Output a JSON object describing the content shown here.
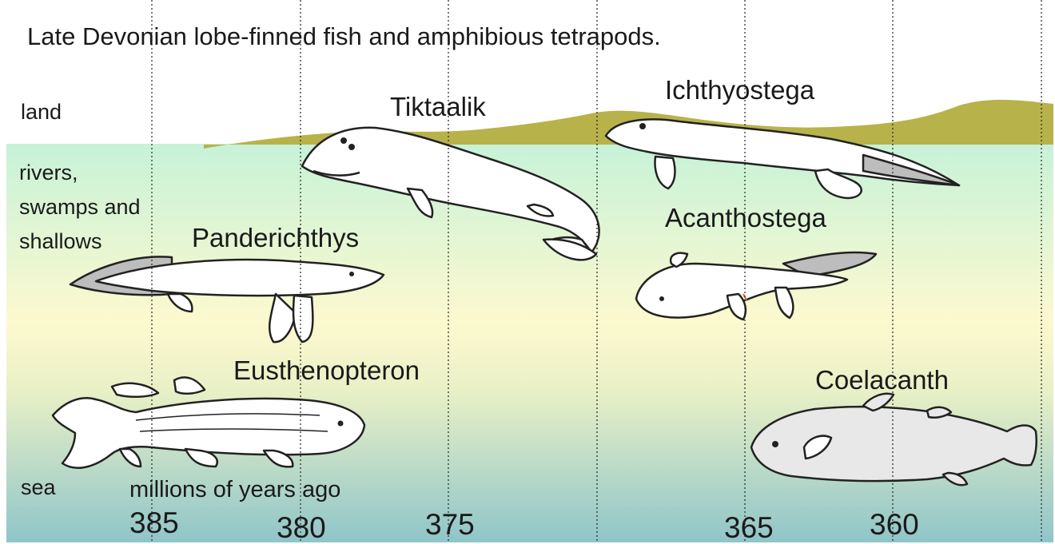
{
  "title": "Late Devonian lobe-finned fish and amphibious tetrapods.",
  "zones": {
    "land": "land",
    "rivers": [
      "rivers,",
      "swamps and",
      "shallows"
    ],
    "sea": "sea"
  },
  "axis": {
    "label": "millions of years ago",
    "ticks": [
      "385",
      "380",
      "375",
      "365",
      "360"
    ]
  },
  "animals": {
    "tiktaalik": "Tiktaalik",
    "ichthyostega": "Ichthyostega",
    "acanthostega": "Acanthostega",
    "panderichthys": "Panderichthys",
    "eusthenopteron": "Eusthenopteron",
    "coelacanth": "Coelacanth"
  },
  "colors": {
    "land": "#b7b14a",
    "water_top": "#c7f2d8",
    "water_mid": "#fdf8cc",
    "water_bottom": "#8fc6c9",
    "outline": "#222222",
    "fin_grey": "#bdbdbd",
    "animal_fill": "#ffffff"
  }
}
